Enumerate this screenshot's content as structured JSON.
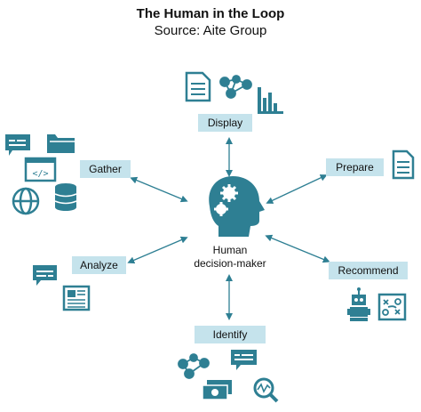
{
  "title": "The Human in the Loop",
  "subtitle": "Source: Aite Group",
  "center": {
    "label_line1": "Human",
    "label_line2": "decision-maker",
    "icon": "head-gears-icon"
  },
  "nodes": {
    "display": {
      "label": "Display",
      "icons": [
        "document-icon",
        "network-icon",
        "bar-chart-icon"
      ]
    },
    "gather": {
      "label": "Gather",
      "icons": [
        "chat-bubble-icon",
        "folder-icon",
        "code-window-icon",
        "globe-icon",
        "database-icon"
      ]
    },
    "prepare": {
      "label": "Prepare",
      "icons": [
        "document-icon"
      ]
    },
    "analyze": {
      "label": "Analyze",
      "icons": [
        "chat-bubble-icon",
        "newspaper-icon"
      ]
    },
    "recommend": {
      "label": "Recommend",
      "icons": [
        "robot-icon",
        "strategy-board-icon"
      ]
    },
    "identify": {
      "label": "Identify",
      "icons": [
        "network-icon",
        "chat-bubble-icon",
        "money-icon",
        "magnifier-chart-icon"
      ]
    }
  },
  "colors": {
    "icon": "#2e7f93",
    "label_bg": "#c5e3ec",
    "arrow": "#2e7f93"
  }
}
